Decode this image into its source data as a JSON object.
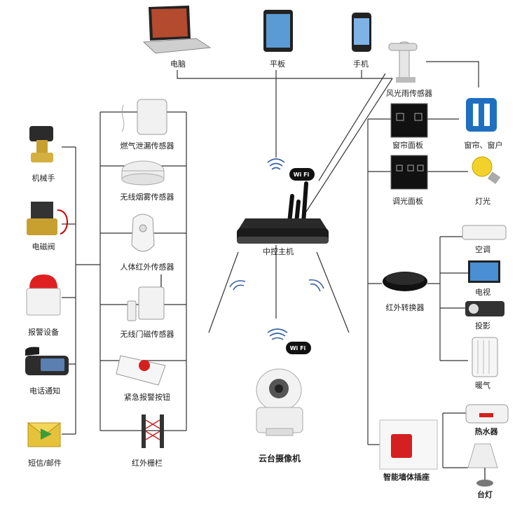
{
  "top_devices": {
    "computer": "电脑",
    "tablet": "平板",
    "phone": "手机",
    "weather_sensor": "风光雨传感器"
  },
  "hub": {
    "label": "中控主机",
    "wifi": "Wi Fi"
  },
  "camera": {
    "label": "云台摄像机",
    "wifi": "Wi Fi"
  },
  "left_outputs": [
    "机械手",
    "电磁阀",
    "报警设备",
    "电话通知",
    "短信/邮件"
  ],
  "sensors": [
    "燃气泄漏传感器",
    "无线烟雾传感器",
    "人体红外传感器",
    "无线门磁传感器",
    "紧急报警按钮",
    "红外栅栏"
  ],
  "right_controls": {
    "curtain_panel": "窗帘面板",
    "curtain_target": "窗帘、窗户",
    "dimmer_panel": "调光面板",
    "light_target": "灯光",
    "ir_converter": "红外转换器",
    "ir_targets": [
      "空调",
      "电视",
      "投影",
      "暖气"
    ],
    "smart_socket": "智能墙体插座",
    "socket_targets": [
      "热水器",
      "台灯"
    ]
  }
}
